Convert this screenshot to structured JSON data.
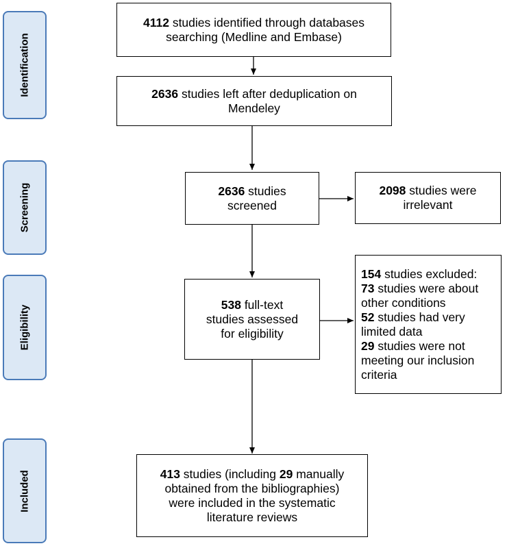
{
  "stages": {
    "identification": "Identification",
    "screening": "Screening",
    "eligibility": "Eligibility",
    "included": "Included"
  },
  "boxes": {
    "identified": {
      "count": "4112",
      "line1": " studies identified through databases",
      "line2": "searching (Medline and Embase)"
    },
    "deduplicated": {
      "count": "2636",
      "line1": " studies left after deduplication on",
      "line2": "Mendeley"
    },
    "screened": {
      "count": "2636",
      "line1": " studies",
      "line2": "screened"
    },
    "irrelevant": {
      "count": "2098",
      "line1": " studies were",
      "line2": "irrelevant"
    },
    "assessed": {
      "count": "538",
      "line1": " full-text",
      "line2": "studies assessed",
      "line3": "for eligibility"
    },
    "excluded": {
      "count": "154",
      "line1": " studies excluded:",
      "reason1_count": "73",
      "reason1_a": " studies were about",
      "reason1_b": "other conditions",
      "reason2_count": "52",
      "reason2_a": " studies had very",
      "reason2_b": "limited data",
      "reason3_count": "29",
      "reason3_a": " studies were not",
      "reason3_b": "meeting our inclusion",
      "reason3_c": "criteria"
    },
    "included": {
      "count": "413",
      "text1": " studies (including ",
      "manual_count": "29",
      "text2": " manually",
      "line2": "obtained from the bibliographies)",
      "line3": "were included in the systematic",
      "line4": "literature reviews"
    }
  }
}
